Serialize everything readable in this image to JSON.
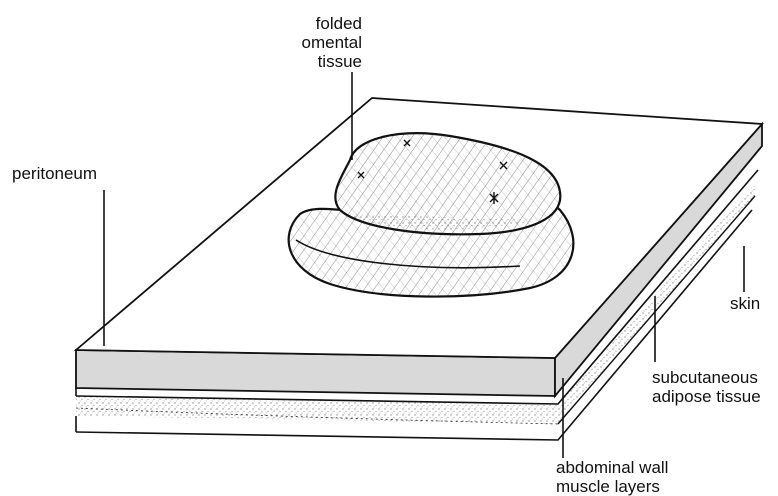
{
  "labels": {
    "omentum": [
      "folded",
      "omental",
      "tissue"
    ],
    "peritoneum": "peritoneum",
    "skin": "skin",
    "adipose": [
      "subcutaneous",
      "adipose tissue"
    ],
    "muscle": [
      "abdominal wall",
      "muscle layers"
    ]
  },
  "colors": {
    "ink": "#111111",
    "peritoneum_band": "#d9d9d9",
    "paper": "#ffffff"
  }
}
